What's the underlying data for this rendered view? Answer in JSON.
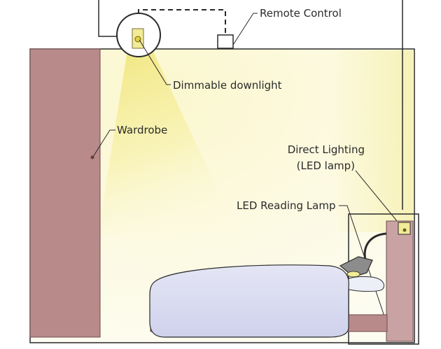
{
  "labels": {
    "remote_control": "Remote Control",
    "dimmable_downlight": "Dimmable downlight",
    "wardrobe": "Wardrobe",
    "direct_lighting_line1": "Direct Lighting",
    "direct_lighting_line2": "(LED lamp)",
    "led_reading_lamp": "LED Reading Lamp"
  },
  "colors": {
    "wall_outline": "#2a2a2a",
    "wardrobe": "#b98a8a",
    "light_glow": "#f3ec9a",
    "bed": "#d9dbf0",
    "headboard": "#c9a3a3",
    "lamp": "#8c8c8c"
  }
}
